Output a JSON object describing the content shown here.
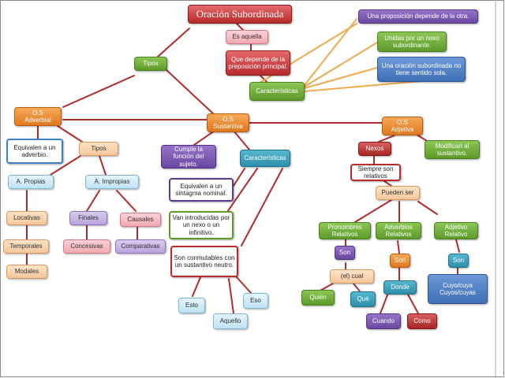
{
  "diagram": {
    "title": "Oración Subordinada",
    "nodes": {
      "es_aquella": "Es aquella",
      "depende_prep": "Que depende de la preposición principal.",
      "caracteristicas_main": "Características",
      "una_proposicion": "Una proposición  depende de la otra.",
      "unidas_nexo": "Unidas por un nexo subordinante.",
      "sin_sentido": "Una oración subordinada  no tiene sentido sola.",
      "tipos_main": "Tipos",
      "os_adverbial": "O.S\nAdverbial",
      "os_sustantiva": "O.S\nSustantiva",
      "os_adjetiva": "O.S\nAdjetiva",
      "equivalen_adverbio": "Equivalen  a un adverbio.",
      "tipos_adv": "Tipos",
      "a_propias": "A. Propias",
      "a_impropias": "A. Impropias",
      "locativas": "Locativas",
      "temporales": "Temporales",
      "modales": "Modales",
      "finales": "Finales",
      "causales": "Causales",
      "concesivas": "Concesivas",
      "comparativas": "Comparativas",
      "cumple_funcion": "Cumple  la función  del sujeto.",
      "caracteristicas_sust": "Características",
      "equivalen_sintagma": "Equivalen a un sintagma nominal.",
      "van_introducidas": "Van introducidas por un nexo o un infinitivo.",
      "son_conmutables": "Son conmutables con un sustantivo neutro.",
      "esto": "Esto",
      "eso": "Eso",
      "aquello": "Aquello",
      "nexos": "Nexos",
      "modifican": "Modifican  al sustantivo.",
      "siempre_relativos": "Siempre son relativos",
      "pueden_ser": "Pueden ser",
      "pronombres_relativos": "Pronombres Relativos",
      "adverbios_relativos": "Adverbios Relativos",
      "adjetivo_relativo": "Adjetivo Relativo",
      "son_1": "Son",
      "son_2": "Son",
      "son_3": "Son",
      "el_cual": "(el) cual",
      "quien": "Quién",
      "que": "Qué",
      "donde": "Donde",
      "cuando": "Cuando",
      "como": "Como",
      "cuyo": "Cuyo/cuya\nCuyos/cuyas"
    }
  },
  "colors": {
    "connector_red": "#b32a2a",
    "connector_orange": "#f1a94e",
    "frame": "#7a7a7a"
  }
}
